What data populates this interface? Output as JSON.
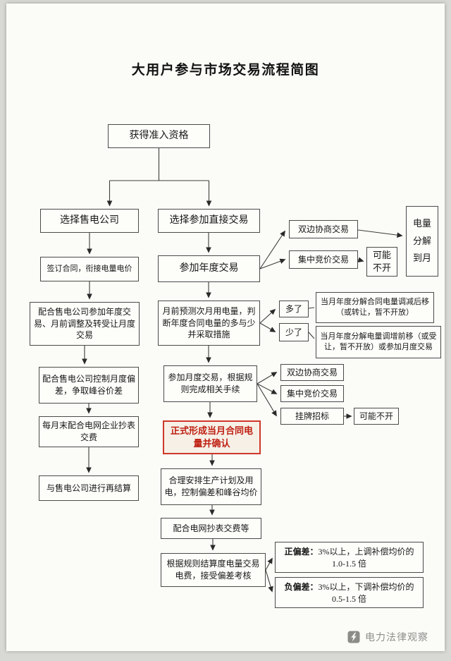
{
  "page": {
    "title": "大用户参与市场交易流程简图",
    "watermark": "电力法律观察"
  },
  "nodes": {
    "qualification": "获得准入资格",
    "choose_retailer": "选择售电公司",
    "choose_direct": "选择参加直接交易",
    "sign_contract": "签订合同，衔接电量电价",
    "retailer_annual": "配合售电公司参加年度交易、月前调整及转受让月度交易",
    "retailer_deviation": "配合售电公司控制月度偏差，争取峰谷价差",
    "retailer_meter": "每月末配合电网企业抄表交费",
    "retailer_settle": "与售电公司进行再结算",
    "annual_trade": "参加年度交易",
    "forecast": "月前预测次月用电量，判断年度合同电量的多与少并采取措施",
    "monthly_trade": "参加月度交易，根据规则完成相关手续",
    "confirm_contract": "正式形成当月合同电量并确认",
    "arrange_production": "合理安排生产计划及用电，控制偏差和峰谷均价",
    "grid_meter": "配合电网抄表交费等",
    "settlement": "根据规则结算度电量交易电费，接受偏差考核",
    "bilateral_annual": "双边协商交易",
    "central_annual": "集中竞价交易",
    "maybe_closed_annual": "可能不开",
    "decompose_month": "电量分解到月",
    "more": "多了",
    "less": "少了",
    "reduce_shift": "当月年度分解合同电量调减后移（或转让，暂不开放）",
    "increase_shift": "当月年度分解电量调增前移（或受让，暂不开放）或参加月度交易",
    "bilateral_monthly": "双边协商交易",
    "central_monthly": "集中竞价交易",
    "listing_tender": "挂牌招标",
    "maybe_closed_monthly": "可能不开",
    "positive_dev_label": "正偏差：",
    "positive_dev_text": "3%以上，上调补偿均价的 1.0-1.5 倍",
    "negative_dev_label": "负偏差：",
    "negative_dev_text": "3%以上，下调补偿均价的 0.5-1.5 倍"
  }
}
